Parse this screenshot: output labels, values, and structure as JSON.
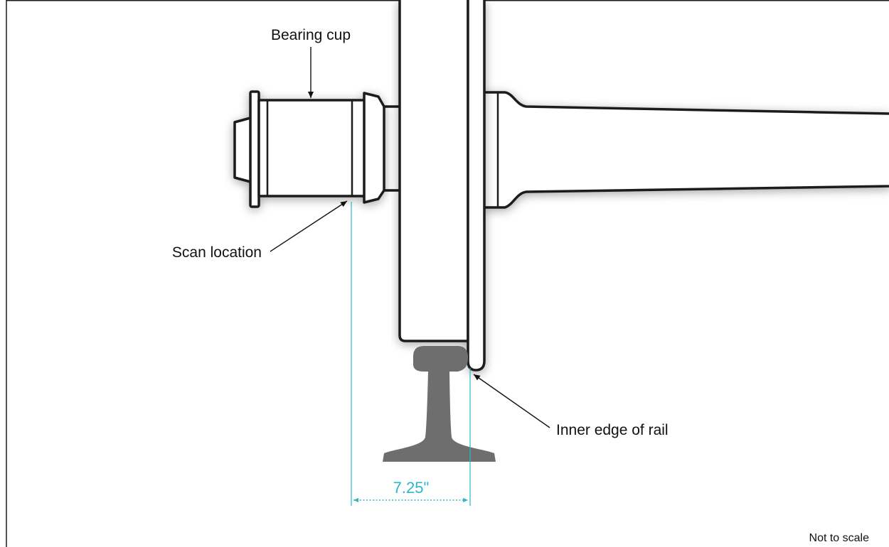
{
  "labels": {
    "bearing_cup": "Bearing cup",
    "scan_location": "Scan location",
    "inner_edge_of_rail": "Inner edge of rail",
    "dimension": "7.25\"",
    "note": "Not to scale"
  },
  "colors": {
    "outline": "#1a1a1a",
    "rail": "#6e6e6e",
    "dimension": "#2bb7c9",
    "background": "#ffffff"
  }
}
